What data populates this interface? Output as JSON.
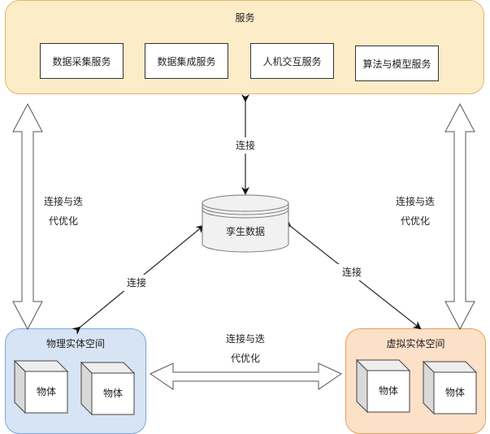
{
  "services": {
    "title": "服务",
    "items": [
      {
        "label": "数据采集服务"
      },
      {
        "label": "数据集成服务"
      },
      {
        "label": "人机交互服务"
      },
      {
        "label": "算法与模型服务"
      }
    ]
  },
  "twin_data": {
    "label": "孪生数据"
  },
  "physical_space": {
    "title": "物理实体空间",
    "objects": [
      {
        "label": "物体"
      },
      {
        "label": "物体"
      }
    ]
  },
  "virtual_space": {
    "title": "虚拟实体空间",
    "objects": [
      {
        "label": "物体"
      },
      {
        "label": "物体"
      }
    ]
  },
  "edges": {
    "service_twin": "连接",
    "physical_twin": "连接",
    "virtual_twin": "连接",
    "left_side": {
      "line1": "连接与迭",
      "line2": "代优化"
    },
    "right_side": {
      "line1": "连接与迭",
      "line2": "代优化"
    },
    "bottom": {
      "line1": "连接与迭",
      "line2": "代优化"
    }
  },
  "colors": {
    "service_fill": "#fdecc8",
    "service_stroke": "#e0b96a",
    "physical_fill": "#d6e4f5",
    "physical_stroke": "#7ea6d9",
    "virtual_fill": "#fde0c8",
    "virtual_stroke": "#e0a060",
    "cylinder_fill": "#f1f1f1"
  }
}
